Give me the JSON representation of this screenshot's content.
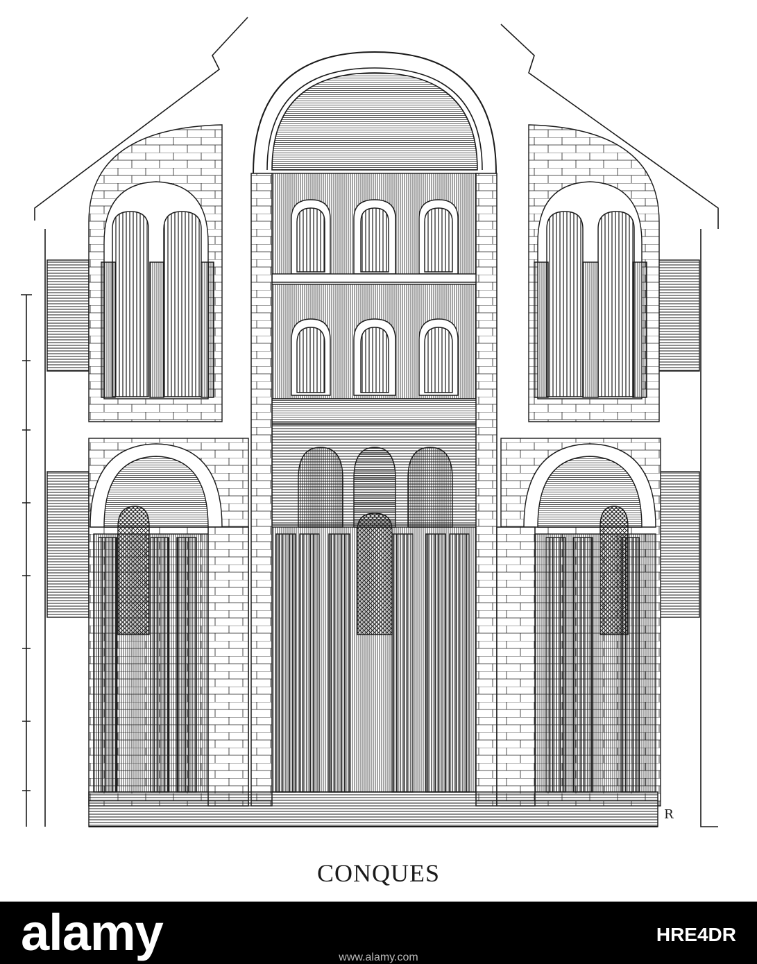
{
  "drawing": {
    "caption": "CONQUES",
    "signature_mark": "R",
    "ink_color": "#1a1a1a",
    "paper_color": "#ffffff"
  },
  "watermark": {
    "logo": "alamy",
    "image_id": "HRE4DR",
    "url": "www.alamy.com",
    "band_color": "#000000"
  }
}
